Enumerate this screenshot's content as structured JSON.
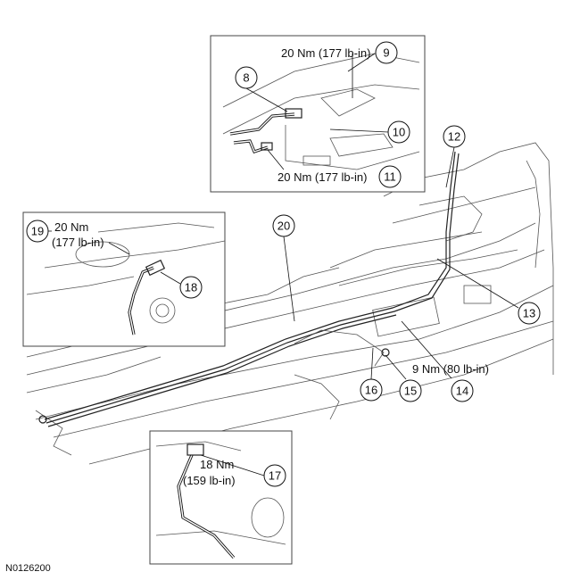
{
  "figure_id": "N0126200",
  "callouts": {
    "c8": "8",
    "c9": "9",
    "c10": "10",
    "c11": "11",
    "c12": "12",
    "c13": "13",
    "c14": "14",
    "c15": "15",
    "c16": "16",
    "c17": "17",
    "c18": "18",
    "c19": "19",
    "c20": "20"
  },
  "torques": {
    "t9": "20 Nm (177 lb-in)",
    "t11": "20 Nm (177 lb-in)",
    "t19_line1": "20 Nm",
    "t19_line2": "(177 lb-in)",
    "t14": "9 Nm (80 lb-in)",
    "t17_line1": "18 Nm",
    "t17_line2": "(159 lb-in)"
  }
}
